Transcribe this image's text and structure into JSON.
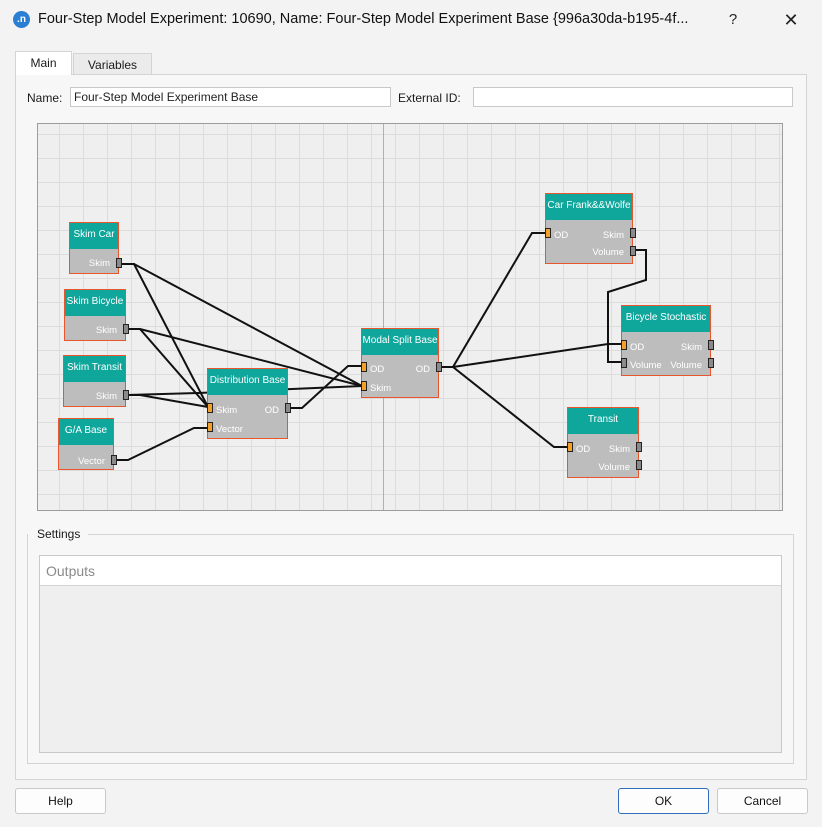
{
  "window": {
    "icon_letter": ".n",
    "title": "Four-Step Model Experiment: 10690, Name: Four-Step Model Experiment Base  {996a30da-b195-4f...",
    "help_glyph": "?",
    "close_glyph": "✕"
  },
  "tabs": [
    {
      "label": "Main",
      "active": true
    },
    {
      "label": "Variables",
      "active": false
    }
  ],
  "form": {
    "name_label": "Name:",
    "name_value": "Four-Step Model Experiment Base",
    "external_id_label": "External ID:",
    "external_id_value": ""
  },
  "graph": {
    "nodes": {
      "skim_car": {
        "title": "Skim Car",
        "ports": {
          "out_skim": "Skim"
        }
      },
      "skim_bicycle": {
        "title": "Skim Bicycle",
        "ports": {
          "out_skim": "Skim"
        }
      },
      "skim_transit": {
        "title": "Skim Transit",
        "ports": {
          "out_skim": "Skim"
        }
      },
      "ga_base": {
        "title": "G/A Base",
        "ports": {
          "out_vector": "Vector"
        }
      },
      "distribution_base": {
        "title": "Distribution Base",
        "ports": {
          "in_skim": "Skim",
          "in_vector": "Vector",
          "out_od": "OD"
        }
      },
      "modal_split_base": {
        "title": "Modal Split Base",
        "ports": {
          "in_od": "OD",
          "in_skim": "Skim",
          "out_od": "OD"
        }
      },
      "car_frank_wolfe": {
        "title": "Car Frank&&Wolfe",
        "ports": {
          "in_od": "OD",
          "out_skim": "Skim",
          "out_volume": "Volume"
        }
      },
      "bicycle_stochastic": {
        "title": "Bicycle Stochastic",
        "ports": {
          "in_od": "OD",
          "in_volume": "Volume",
          "out_skim": "Skim",
          "out_volume": "Volume"
        }
      },
      "transit": {
        "title": "Transit",
        "ports": {
          "in_od": "OD",
          "out_skim": "Skim",
          "out_volume": "Volume"
        }
      }
    }
  },
  "settings": {
    "label": "Settings",
    "outputs_label": "Outputs"
  },
  "buttons": {
    "help": "Help",
    "ok": "OK",
    "cancel": "Cancel"
  },
  "colors": {
    "node_header": "#0fa79b",
    "node_border": "#e8562e",
    "input_port": "#f2a02b",
    "output_port": "#8a8a8a",
    "ok_border": "#2f6fbd"
  }
}
